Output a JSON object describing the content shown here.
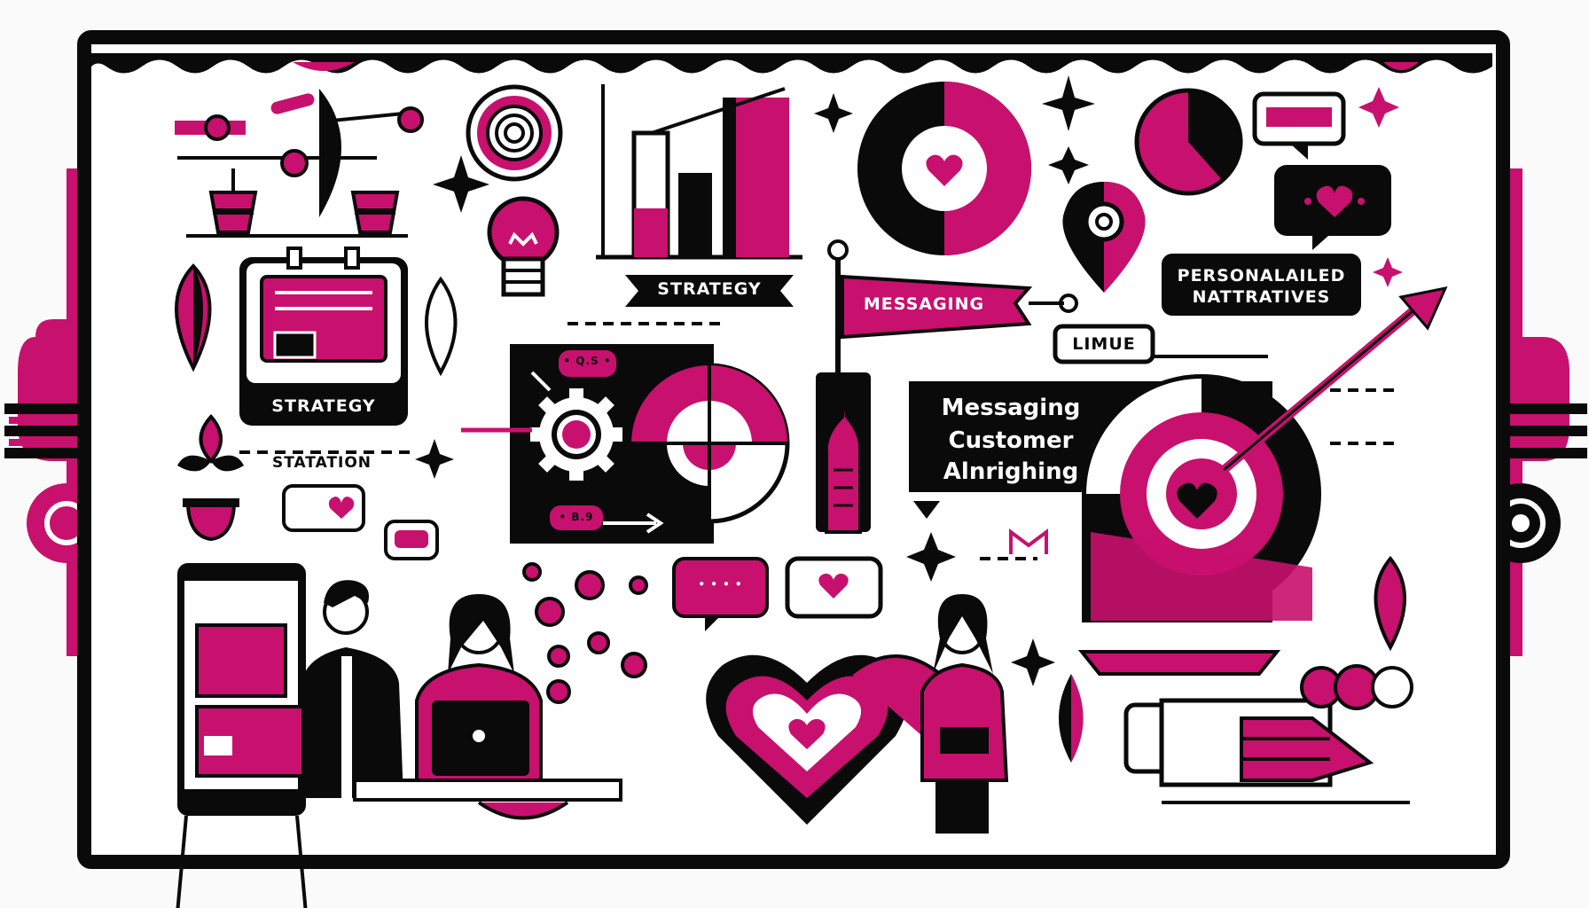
{
  "colors": {
    "magenta": "#c8106e",
    "black": "#0a0a0a",
    "white": "#ffffff",
    "background": "#fafafa"
  },
  "labels": {
    "strategy_banner": "STRATEGY",
    "strategy_board": "STRATEGY",
    "statation": "STATATION",
    "messaging_flag": "MESSAGING",
    "personalized_narratives_line1": "PERSONALAILED",
    "personalized_narratives_line2": "NATTRATIVES",
    "limue": "LIMUE",
    "messaging_panel_line1": "Messaging",
    "messaging_panel_line2": "Customer",
    "messaging_panel_line3": "Alnrighing",
    "gear_pill_top": "• Q.S •",
    "gear_pill_bottom": "• B.9",
    "chat_dots": "• • • •",
    "mail_glyph": "M"
  },
  "icons": [
    "balance-scale-icon",
    "target-icon",
    "bar-chart-icon",
    "donut-heart-icon",
    "pie-chart-icon",
    "speech-bubble-icon",
    "heart-chat-icon",
    "lightbulb-icon",
    "location-pin-icon",
    "gear-icon",
    "quadrant-chart-icon",
    "flag-icon",
    "bottle-icon",
    "arrow-target-icon",
    "plant-icon",
    "leaf-icon",
    "easel-icon",
    "people-icon",
    "heart-icon",
    "pencil-icon",
    "sparkle-icon"
  ]
}
